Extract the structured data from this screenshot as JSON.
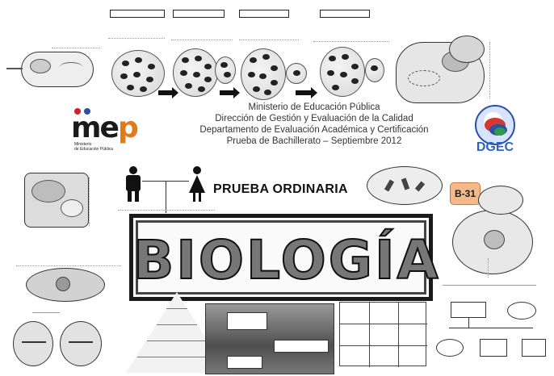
{
  "header": {
    "ministry_lines": [
      "Ministerio de Educación Pública",
      "Dirección de Gestión y Evaluación de la Calidad",
      "Departamento  de  Evaluación  Académica  y Certificación",
      "Prueba de Bachillerato – Septiembre 2012"
    ],
    "mep_logo_word_main": "me",
    "mep_logo_word_p": "p",
    "mep_logo_sub": [
      "Ministerio",
      "de Educación Pública"
    ],
    "dgec_label": "DGEC"
  },
  "exam": {
    "type_label": "PRUEBA ORDINARIA",
    "code": "B-31",
    "subject_title": "BIOLOGÍA"
  },
  "colors": {
    "mep_p": "#e07a1a",
    "dgec_blue": "#2c63c4",
    "b31_badge": "#f4b98a"
  }
}
